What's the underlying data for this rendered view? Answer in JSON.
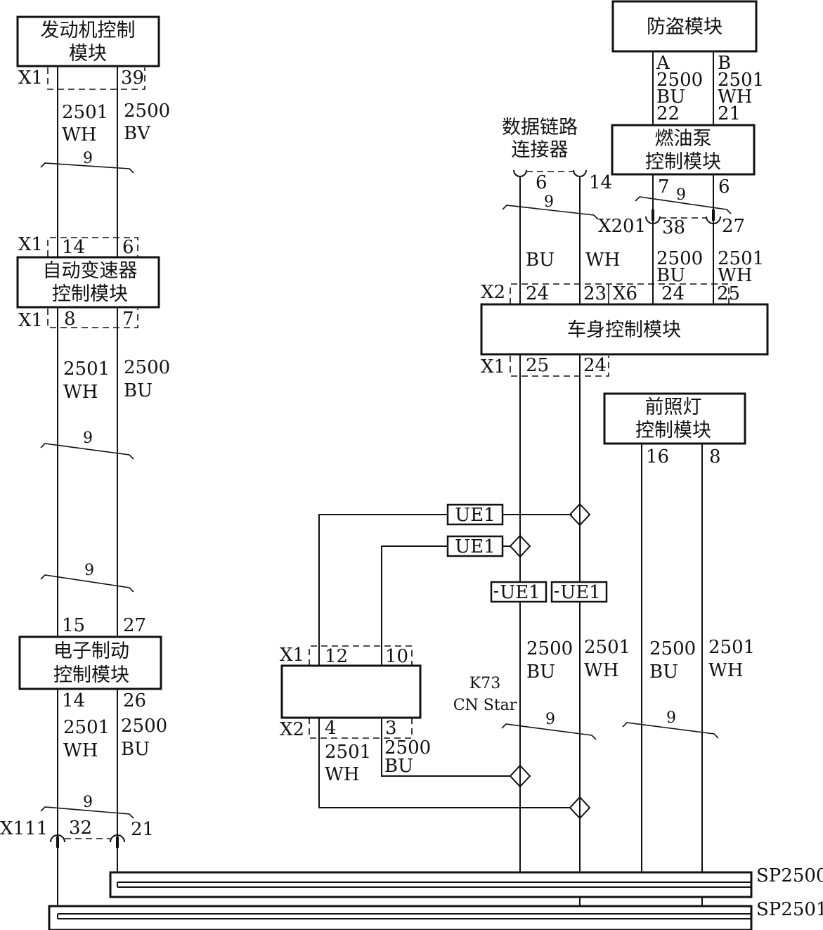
{
  "modules": {
    "ecm": [
      "发动机控制",
      "模块"
    ],
    "tcm": [
      "自动变速器",
      "控制模块"
    ],
    "ebcm": [
      "电子制动",
      "控制模块"
    ],
    "antitheft": "防盗模块",
    "fpcm": [
      "燃油泵",
      "控制模块"
    ],
    "bcm": "车身控制模块",
    "headlamp": [
      "前照灯",
      "控制模块"
    ],
    "dlc": [
      "数据链路",
      "连接器"
    ],
    "k73": [
      "K73",
      "CN Star"
    ]
  },
  "connectors": {
    "x1": "X1",
    "x2": "X2",
    "x6": "X6",
    "x111": "X111",
    "x201": "X201"
  },
  "pins": {
    "ecm_a": "39",
    "tcm_top_a": "14",
    "tcm_top_b": "6",
    "tcm_bot_a": "8",
    "tcm_bot_b": "7",
    "ebcm_top_a": "15",
    "ebcm_top_b": "27",
    "ebcm_bot_a": "14",
    "ebcm_bot_b": "26",
    "x111_a": "32",
    "x111_b": "21",
    "antitheft_a": "A",
    "antitheft_b": "B",
    "antitheft_a_num": "22",
    "antitheft_b_num": "21",
    "fpcm_a": "7",
    "fpcm_b": "6",
    "x201_a": "38",
    "x201_b": "27",
    "dlc_a": "6",
    "dlc_b": "14",
    "bcm_x2_a": "24",
    "bcm_x2_b": "23",
    "bcm_x6_a": "24",
    "bcm_x6_b": "25",
    "bcm_x1_a": "25",
    "bcm_x1_b": "24",
    "hl_a": "16",
    "hl_b": "8",
    "k73_x1_a": "12",
    "k73_x1_b": "10",
    "k73_x2_a": "4",
    "k73_x2_b": "3"
  },
  "wires": {
    "c2501": "2501",
    "c2500": "2500",
    "wh": "WH",
    "bu": "BU",
    "bv": "BV",
    "twist": "9"
  },
  "ue_labels": {
    "a": "UE1",
    "b": "UE1",
    "c": "UE1",
    "d": "UE1"
  },
  "splices": {
    "sp2500": "SP2500",
    "sp2501": "SP2501"
  }
}
